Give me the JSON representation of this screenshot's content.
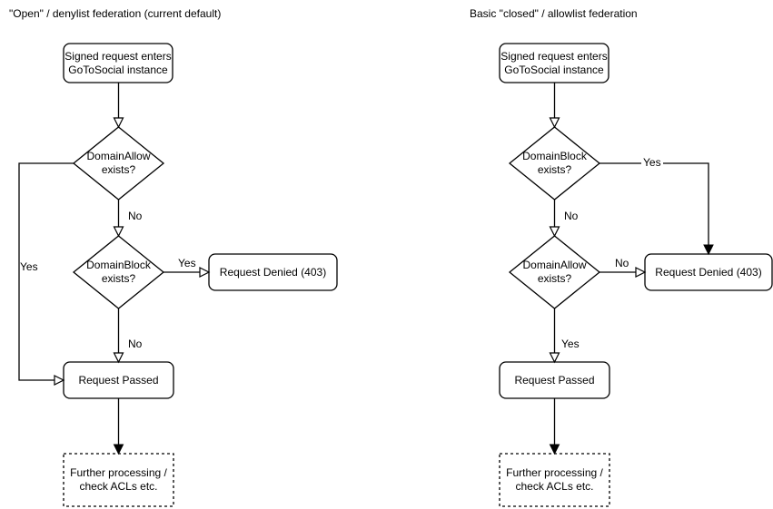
{
  "colors": {
    "stroke": "#000000",
    "text": "#000000",
    "node_fill": "#ffffff",
    "background": "#ffffff"
  },
  "diagrams": {
    "open": {
      "title": "\"Open\" / denylist federation (current default)",
      "nodes": {
        "start": "Signed request enters\nGoToSocial instance",
        "domain_allow": "DomainAllow\nexists?",
        "domain_block": "DomainBlock\nexists?",
        "request_denied": "Request Denied (403)",
        "request_passed": "Request Passed",
        "further_processing": "Further processing /\ncheck ACLs etc."
      },
      "labels": {
        "allow_no": "No",
        "allow_yes": "Yes",
        "block_yes": "Yes",
        "block_no": "No"
      }
    },
    "closed": {
      "title": "Basic \"closed\" / allowlist federation",
      "nodes": {
        "start": "Signed request enters\nGoToSocial instance",
        "domain_block": "DomainBlock\nexists?",
        "domain_allow": "DomainAllow\nexists?",
        "request_denied": "Request Denied (403)",
        "request_passed": "Request Passed",
        "further_processing": "Further processing /\ncheck ACLs etc."
      },
      "labels": {
        "block_yes": "Yes",
        "block_no": "No",
        "allow_no": "No",
        "allow_yes": "Yes"
      }
    }
  }
}
